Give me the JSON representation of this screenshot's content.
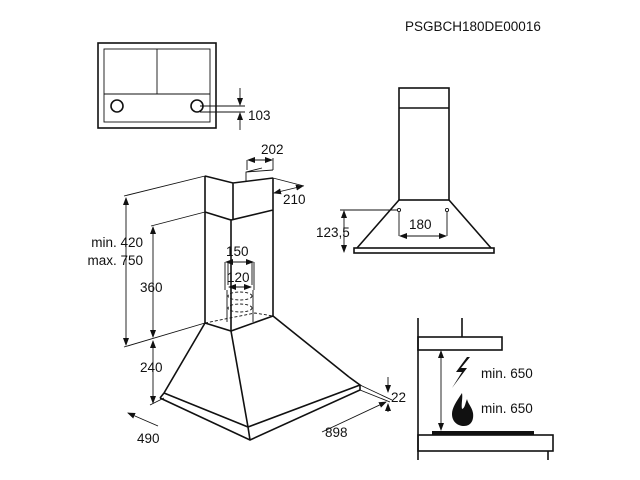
{
  "product_code": "PSGBCH180DE00016",
  "control_panel": {
    "dim_103": "103"
  },
  "front_view": {
    "dim_123_5": "123,5",
    "dim_180": "180"
  },
  "isometric_view": {
    "dim_202": "202",
    "dim_210": "210",
    "dim_min_420": "min. 420",
    "dim_max_750": "max. 750",
    "dim_360": "360",
    "dim_240": "240",
    "dim_150": "150",
    "dim_120": "120",
    "dim_490": "490",
    "dim_898": "898",
    "dim_22": "22"
  },
  "clearance": {
    "electric_min": "min. 650",
    "gas_min": "min. 650"
  }
}
